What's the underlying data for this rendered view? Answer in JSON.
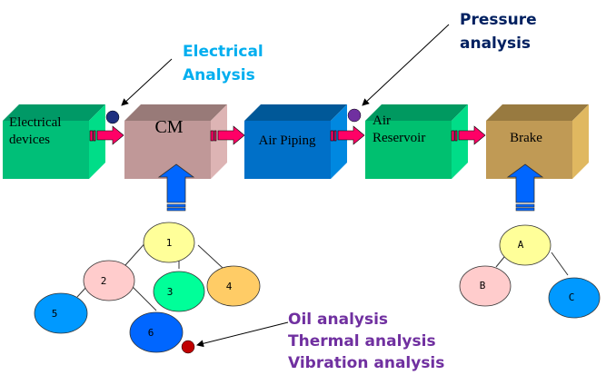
{
  "boxes": [
    {
      "id": "electrical-devices",
      "lines": [
        "Electrical",
        "devices"
      ],
      "front": "#00BF78",
      "top": "#009966",
      "side": "#00DD88"
    },
    {
      "id": "cm",
      "lines": [
        "CM"
      ],
      "front": "#C09898",
      "top": "#987A78",
      "side": "#DDB4B4"
    },
    {
      "id": "air-piping",
      "lines": [
        "Air Piping"
      ],
      "front": "#0070C8",
      "top": "#005898",
      "side": "#0088E0"
    },
    {
      "id": "air-reservoir",
      "lines": [
        "Air",
        "Reservoir"
      ],
      "front": "#00C070",
      "top": "#009960",
      "side": "#00DD88"
    },
    {
      "id": "brake",
      "lines": [
        "Brake"
      ],
      "front": "#C09A55",
      "top": "#987A40",
      "side": "#E0B860"
    }
  ],
  "annotations": {
    "electrical": {
      "lines": [
        "Electrical",
        "Analysis"
      ],
      "color": "#00AEEF"
    },
    "pressure": {
      "lines": [
        "Pressure",
        "analysis"
      ],
      "color": "#002060"
    },
    "condition": {
      "lines": [
        "Oil analysis",
        "Thermal analysis",
        "Vibration analysis"
      ],
      "color": "#7030A0"
    }
  },
  "markers": {
    "electrical_dot": "#1F3080",
    "pressure_dot": "#7030A0",
    "condition_dot": "#C00000"
  },
  "colors": {
    "flow_arrow": "#FF0066",
    "up_arrow": "#0066FF"
  },
  "tree_left": {
    "nodes": [
      {
        "label": "1",
        "fill": "#FFFF99"
      },
      {
        "label": "2",
        "fill": "#FFCCCC"
      },
      {
        "label": "3",
        "fill": "#00FF99"
      },
      {
        "label": "4",
        "fill": "#FFCC66"
      },
      {
        "label": "5",
        "fill": "#0099FF"
      },
      {
        "label": "6",
        "fill": "#0066FF"
      }
    ]
  },
  "tree_right": {
    "nodes": [
      {
        "label": "A",
        "fill": "#FFFF99"
      },
      {
        "label": "B",
        "fill": "#FFCCCC"
      },
      {
        "label": "C",
        "fill": "#0099FF"
      }
    ]
  }
}
